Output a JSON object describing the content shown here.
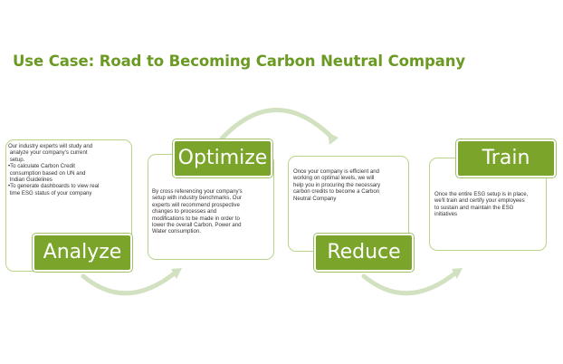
{
  "title": "Use Case: Road to Becoming Carbon Neutral Company",
  "steps": [
    {
      "label": "Analyze",
      "lines": [
        "Our industry experts will study and",
        " analyze your company's current",
        " setup.",
        "•To calculate Carbon Credit",
        " consumption based on UN and",
        " Indian Guidelines",
        "•To generate dashboards to view real",
        " time ESG status of your company"
      ]
    },
    {
      "label": "Optimize",
      "lines": [
        "By cross referencing your company's",
        "setup with industry benchmarks, Our",
        "experts will recommend prospective",
        "changes to processes and",
        "modifications to be made in order to",
        "lower the overall Carbon, Power and",
        "Water consumption."
      ]
    },
    {
      "label": "Reduce",
      "lines": [
        "Once your company is efficient and",
        "working on optimal levels, we will",
        "help you in procuring the necessary",
        "carbon credits to become a Carbon",
        "Neutral Company"
      ]
    },
    {
      "label": "Train",
      "lines": [
        "Once the entire ESG setup is in place,",
        "we'll train and certify your employees",
        "to sustain and maintain the ESG",
        "initiatives"
      ]
    }
  ],
  "colors": {
    "accent": "#7aa52a",
    "title": "#6a9a22",
    "box_border": "#b8d48a",
    "arrow": "#d2e1bf"
  }
}
